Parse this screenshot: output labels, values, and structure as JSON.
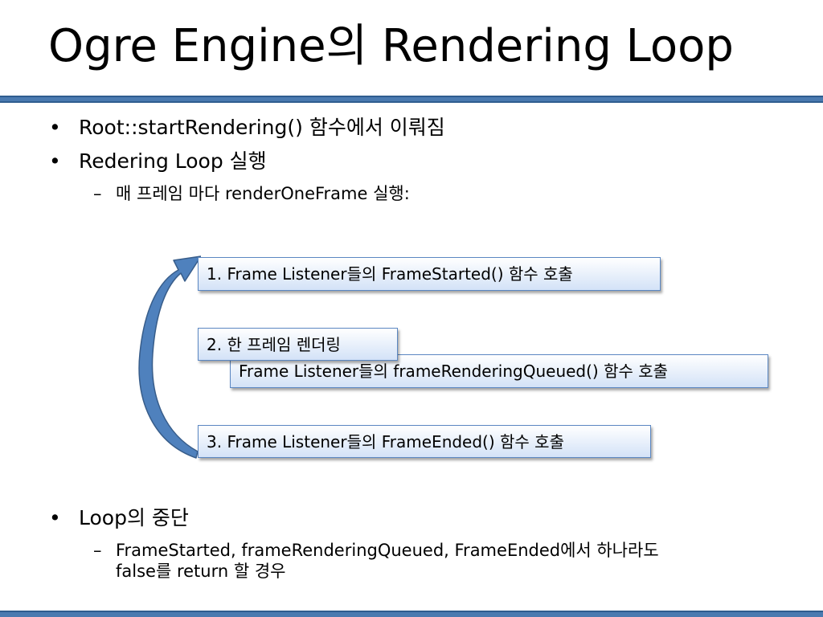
{
  "title": "Ogre Engine의 Rendering Loop",
  "bullets": [
    {
      "mark": "•",
      "text": "Root::startRendering() 함수에서 이뤄짐"
    },
    {
      "mark": "•",
      "text": "Redering Loop 실행"
    }
  ],
  "sub_bullet_1": {
    "mark": "–",
    "text": "매 프레임 마다 renderOneFrame 실행:"
  },
  "diagram": {
    "step1": "1. Frame Listener들의 FrameStarted() 함수 호출",
    "step2": "2. 한 프레임 렌더링",
    "step2_detail": "Frame Listener들의 frameRenderingQueued() 함수 호출",
    "step3": "3. Frame Listener들의 FrameEnded() 함수 호출",
    "arrow_icon": "curved-arrow-up-icon"
  },
  "bullet_3": {
    "mark": "•",
    "text": "Loop의 중단"
  },
  "sub_bullet_2": {
    "mark": "–",
    "line1": "FrameStarted, frameRenderingQueued, FrameEnded에서 하나라도",
    "line2": "false를 return 할 경우"
  },
  "colors": {
    "rule": "#4a7ab0",
    "box_border": "#5b87c2",
    "box_fill_bottom": "#d3e2f7",
    "arrow_fill": "#4f81bd",
    "arrow_stroke": "#385d8a"
  }
}
